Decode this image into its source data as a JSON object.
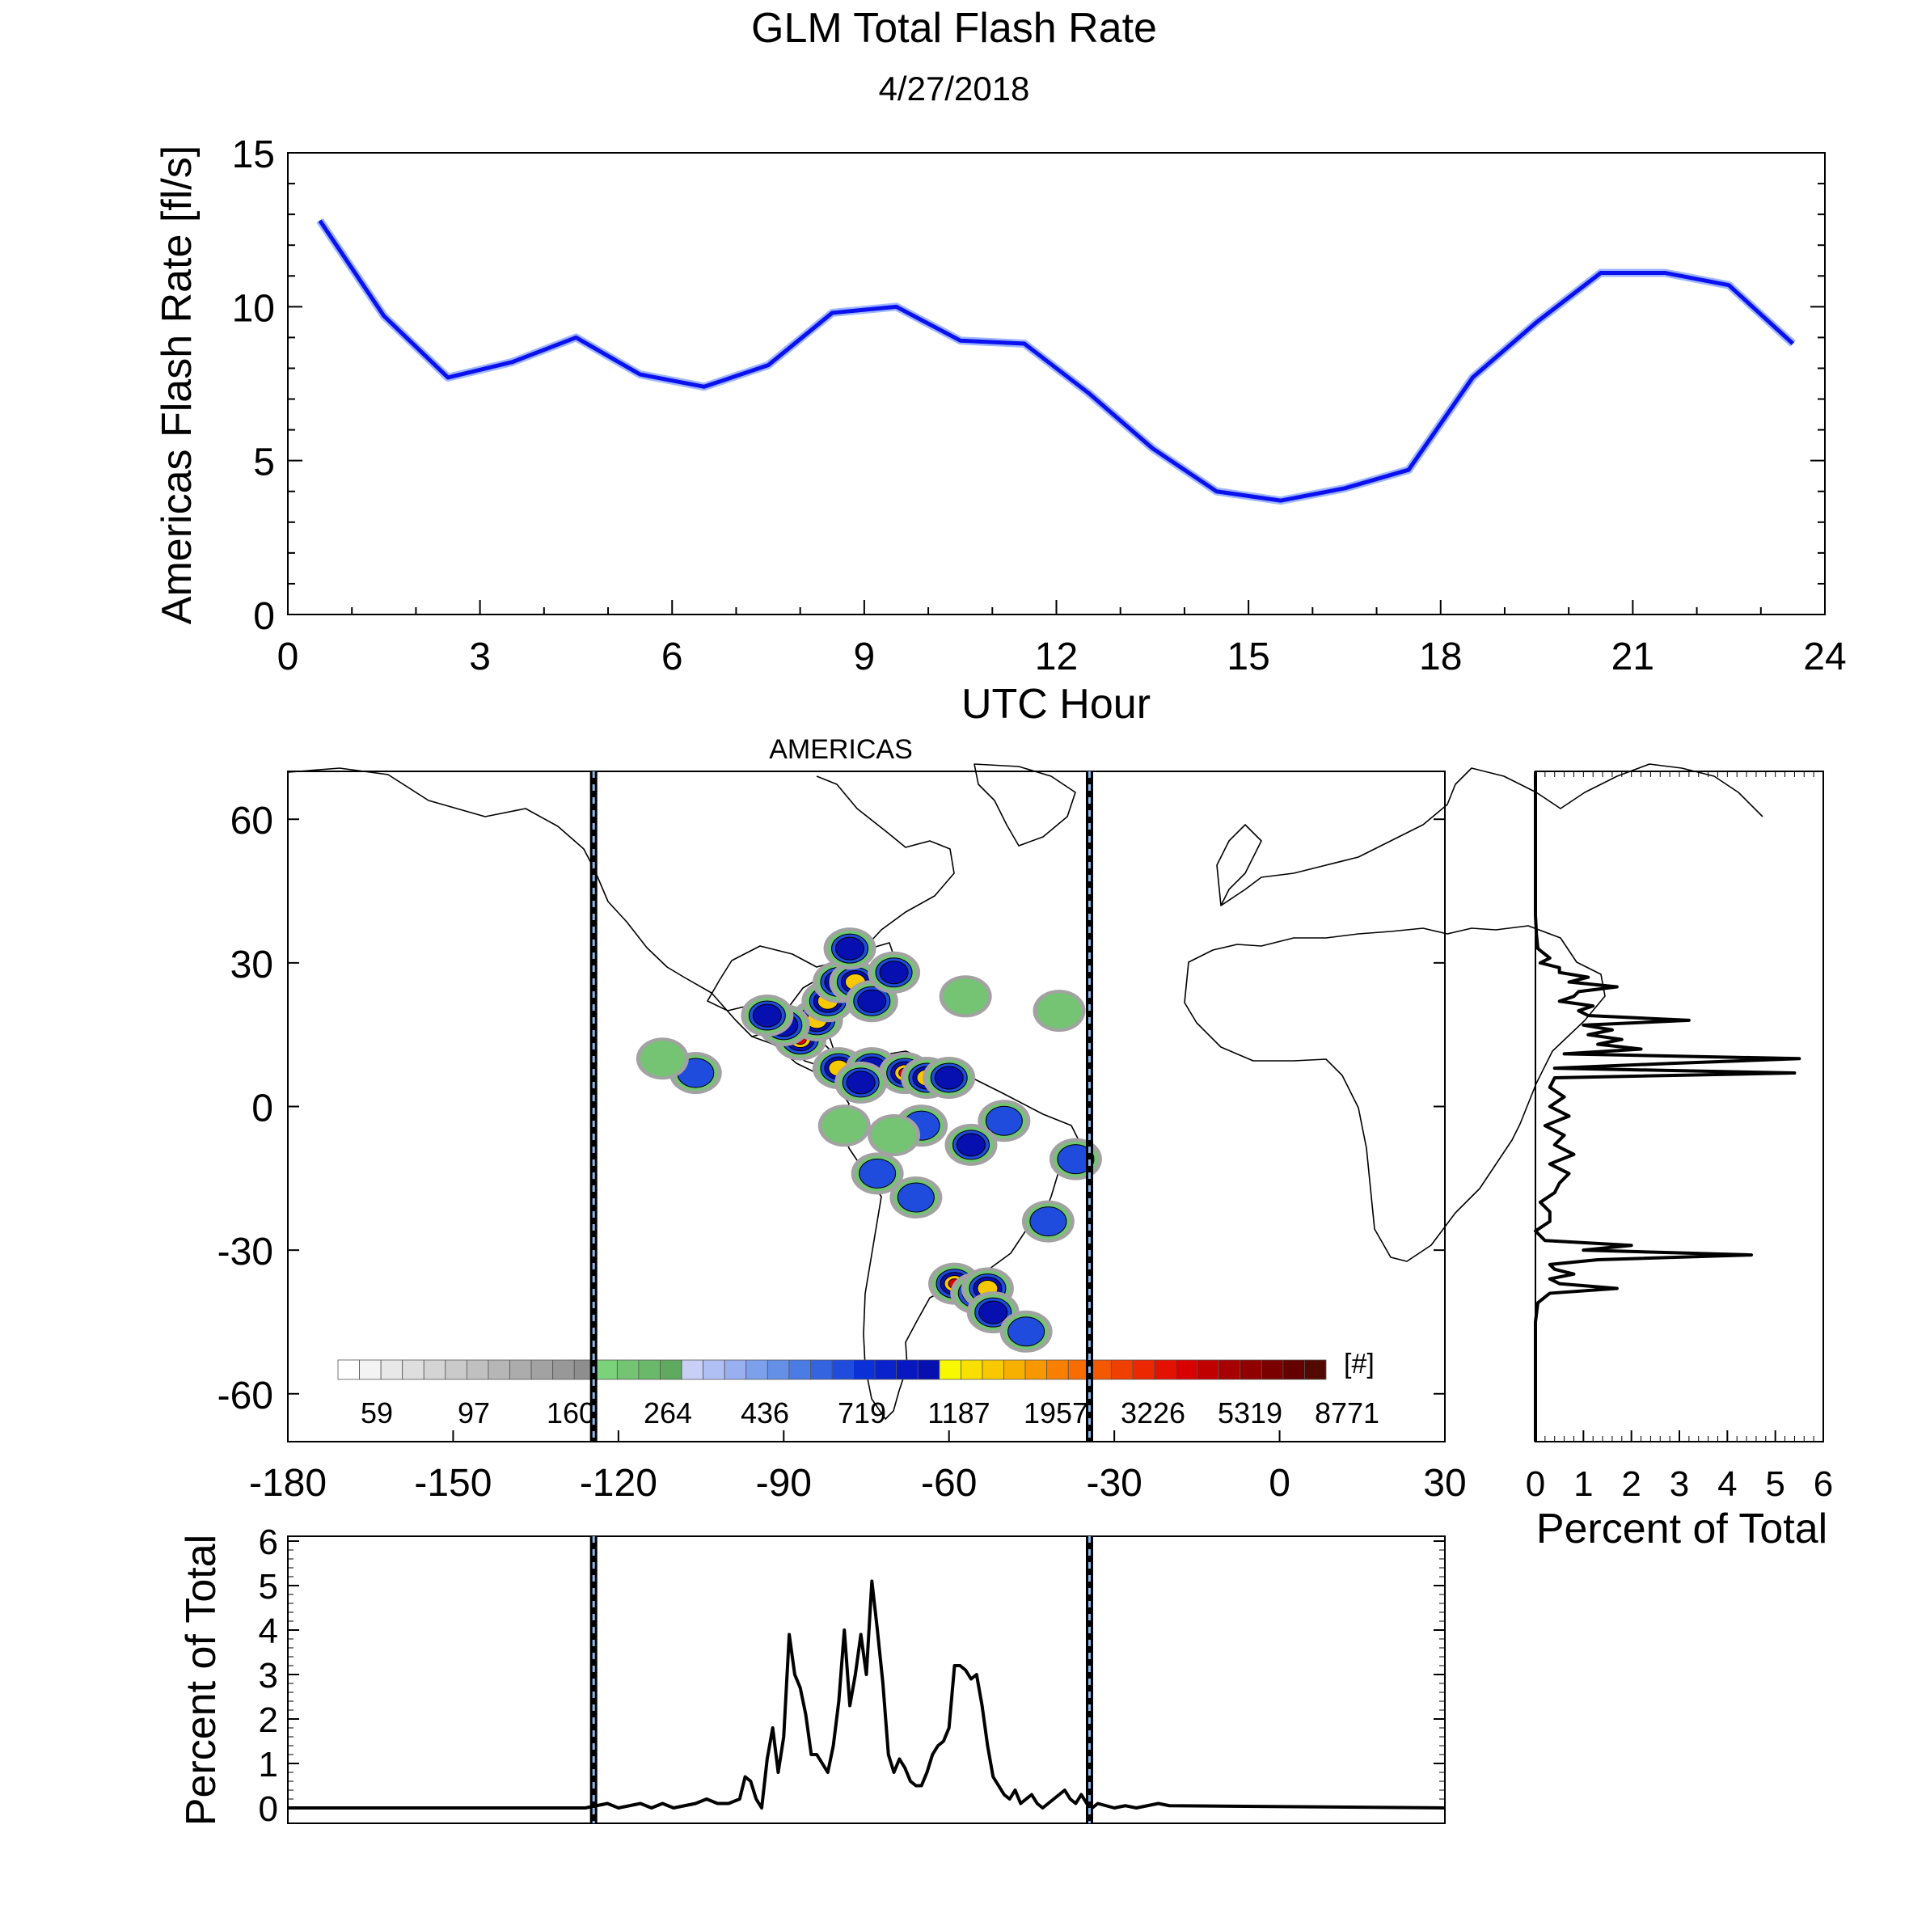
{
  "title": "GLM Total Flash Rate",
  "date": "4/27/2018",
  "colors": {
    "flash_line": "#0a10ee",
    "flash_glow": "#9fb6ff",
    "boundary_dash": "#8fb8e8",
    "black": "#000000"
  },
  "chart_data": [
    {
      "type": "line",
      "xlabel": "UTC Hour",
      "ylabel": "Americas Flash Rate [fl/s]",
      "xlim": [
        0,
        24
      ],
      "ylim": [
        0,
        15
      ],
      "x_ticks": [
        "0",
        "3",
        "6",
        "9",
        "12",
        "15",
        "18",
        "21",
        "24"
      ],
      "y_ticks": [
        "0",
        "5",
        "10",
        "15"
      ],
      "series": [
        {
          "x": [
            0.5,
            1.5,
            2.5,
            3.5,
            4.5,
            5.5,
            6.5,
            7.5,
            8.5,
            9.5,
            10.5,
            11.5,
            12.5,
            13.5,
            14.5,
            15.5,
            16.5,
            17.5,
            18.5,
            19.5,
            20.5,
            21.5,
            22.5,
            23.5
          ],
          "y": [
            12.8,
            9.7,
            7.7,
            8.2,
            9.0,
            7.8,
            7.4,
            8.1,
            9.8,
            10.0,
            8.9,
            8.8,
            7.2,
            5.4,
            4.0,
            3.7,
            4.1,
            4.7,
            7.7,
            9.5,
            11.1,
            11.1,
            10.7,
            8.8
          ]
        }
      ]
    },
    {
      "type": "heatmap",
      "title": "AMERICAS",
      "xlim": [
        -180,
        30
      ],
      "ylim": [
        -70,
        70
      ],
      "x_ticks": [
        "-180",
        "-150",
        "-120",
        "-90",
        "-60",
        "-30",
        "0",
        "30"
      ],
      "y_ticks": [
        "-60",
        "-30",
        "0",
        "30",
        "60"
      ],
      "boundaries_lon": [
        -124.5,
        -34.5
      ],
      "colorbar_unit": "[#]",
      "colorbar_labels": [
        "59",
        "97",
        "160",
        "264",
        "436",
        "719",
        "1187",
        "1957",
        "3226",
        "5319",
        "8771"
      ],
      "colorbar_colors": [
        "#ffffff",
        "#f3f3f3",
        "#e8e8e8",
        "#dedede",
        "#d4d4d4",
        "#cacaca",
        "#c0c0c0",
        "#b6b6b6",
        "#acacac",
        "#a2a2a2",
        "#989898",
        "#8e8e8e",
        "#7ad27a",
        "#74c474",
        "#6ab86a",
        "#60aa60",
        "#c8d0f8",
        "#b0c0f4",
        "#98b0f0",
        "#7ca0ec",
        "#6490e8",
        "#4a7ce4",
        "#3464e0",
        "#1f4cdc",
        "#0a30d8",
        "#0a22cc",
        "#0818c0",
        "#0610b0",
        "#f8f800",
        "#f8e000",
        "#f8c800",
        "#f8b000",
        "#f89800",
        "#f88000",
        "#f86c00",
        "#f45800",
        "#f04000",
        "#ec2800",
        "#e41000",
        "#d80000",
        "#c00000",
        "#a80000",
        "#900000",
        "#7a0000",
        "#650000",
        "#520a00"
      ],
      "cells": [
        {
          "lon": -87,
          "lat": 14,
          "v": 5
        },
        {
          "lon": -84,
          "lat": 18,
          "v": 4
        },
        {
          "lon": -82,
          "lat": 22,
          "v": 4
        },
        {
          "lon": -80,
          "lat": 26,
          "v": 5
        },
        {
          "lon": -77,
          "lat": 26,
          "v": 4
        },
        {
          "lon": -74,
          "lat": 22,
          "v": 3
        },
        {
          "lon": -70,
          "lat": 28,
          "v": 3
        },
        {
          "lon": -78,
          "lat": 33,
          "v": 3
        },
        {
          "lon": -90,
          "lat": 17,
          "v": 3
        },
        {
          "lon": -93,
          "lat": 19,
          "v": 3
        },
        {
          "lon": -80,
          "lat": 8,
          "v": 4
        },
        {
          "lon": -74,
          "lat": 8,
          "v": 3
        },
        {
          "lon": -68,
          "lat": 7,
          "v": 5
        },
        {
          "lon": -64,
          "lat": 6,
          "v": 4
        },
        {
          "lon": -60,
          "lat": 6,
          "v": 3
        },
        {
          "lon": -76,
          "lat": 5,
          "v": 3
        },
        {
          "lon": -106,
          "lat": 7,
          "v": 2
        },
        {
          "lon": -65,
          "lat": -4,
          "v": 2
        },
        {
          "lon": -50,
          "lat": -3,
          "v": 2
        },
        {
          "lon": -56,
          "lat": -8,
          "v": 3
        },
        {
          "lon": -73,
          "lat": -14,
          "v": 2
        },
        {
          "lon": -66,
          "lat": -19,
          "v": 2
        },
        {
          "lon": -59,
          "lat": -37,
          "v": 5
        },
        {
          "lon": -55,
          "lat": -39,
          "v": 5
        },
        {
          "lon": -53,
          "lat": -38,
          "v": 4
        },
        {
          "lon": -52,
          "lat": -43,
          "v": 3
        },
        {
          "lon": -46,
          "lat": -47,
          "v": 2
        },
        {
          "lon": -42,
          "lat": -24,
          "v": 2
        },
        {
          "lon": -37,
          "lat": -11,
          "v": 2
        },
        {
          "lon": -70,
          "lat": -6,
          "v": 1
        },
        {
          "lon": -79,
          "lat": -4,
          "v": 1
        },
        {
          "lon": -112,
          "lat": 10,
          "v": 1
        },
        {
          "lon": -40,
          "lat": 20,
          "v": 1
        },
        {
          "lon": -57,
          "lat": 23,
          "v": 1
        }
      ]
    },
    {
      "type": "line",
      "xlabel": "Percent of Total",
      "x_ticks": [
        "0",
        "1",
        "2",
        "3",
        "4",
        "5",
        "6"
      ],
      "xlim": [
        0,
        6
      ],
      "ylim": [
        -70,
        70
      ],
      "series": [
        {
          "lat": [
            -70,
            -45,
            -41,
            -39,
            -38,
            -37,
            -36,
            -35,
            -34,
            -33,
            -32,
            -31,
            -30,
            -29,
            -28,
            -27,
            -26,
            -24,
            -22,
            -20,
            -18,
            -16,
            -14,
            -12,
            -10,
            -8,
            -6,
            -4,
            -2,
            0,
            2,
            4,
            6,
            7,
            8,
            9,
            10,
            11,
            12,
            13,
            14,
            15,
            16,
            17,
            18,
            19,
            20,
            21,
            22,
            23,
            24,
            25,
            26,
            27,
            28,
            29,
            30,
            31,
            33,
            36,
            40,
            70
          ],
          "pct": [
            0,
            0,
            0.05,
            0.3,
            1.7,
            0.5,
            0.3,
            0.8,
            0.4,
            0.3,
            1.3,
            4.5,
            1.0,
            2.0,
            0.2,
            0.1,
            0,
            0.3,
            0.3,
            0.1,
            0.4,
            0.5,
            0.7,
            0.3,
            0.8,
            0.4,
            0.6,
            0.2,
            0.7,
            0.3,
            0.6,
            0.3,
            0.4,
            5.4,
            0.4,
            2.8,
            5.5,
            0.6,
            2.2,
            1.3,
            1.8,
            1.1,
            1.6,
            1.0,
            3.2,
            1.1,
            0.9,
            1.2,
            0.5,
            0.8,
            0.9,
            1.7,
            0.7,
            1.1,
            0.5,
            0.5,
            0.1,
            0.3,
            0.05,
            0.02,
            0,
            0
          ]
        }
      ]
    },
    {
      "type": "line",
      "ylabel": "Percent of Total",
      "y_ticks": [
        "0",
        "1",
        "2",
        "3",
        "4",
        "5",
        "6"
      ],
      "xlim": [
        -180,
        30
      ],
      "ylim": [
        0,
        6
      ],
      "series": [
        {
          "lon": [
            -180,
            -126,
            -124,
            -122,
            -120,
            -118,
            -116,
            -114,
            -112,
            -110,
            -108,
            -106,
            -104,
            -102,
            -100,
            -98,
            -97,
            -96,
            -95,
            -94,
            -93,
            -92,
            -91,
            -90,
            -89,
            -88,
            -87,
            -86,
            -85,
            -84,
            -83,
            -82,
            -81,
            -80,
            -79,
            -78,
            -77,
            -76,
            -75,
            -74,
            -73,
            -72,
            -71,
            -70,
            -69,
            -68,
            -67,
            -66,
            -65,
            -64,
            -63,
            -62,
            -61,
            -60,
            -59,
            -58,
            -57,
            -56,
            -55,
            -54,
            -53,
            -52,
            -51,
            -50,
            -49,
            -48,
            -47,
            -46,
            -45,
            -44,
            -43,
            -42,
            -41,
            -40,
            -39,
            -38,
            -37,
            -36,
            -35,
            -34,
            -33,
            -30,
            -28,
            -26,
            -24,
            -22,
            -20,
            30
          ],
          "pct": [
            0,
            0,
            0.05,
            0.1,
            0,
            0.05,
            0.1,
            0,
            0.1,
            0,
            0.05,
            0.1,
            0.2,
            0.1,
            0.1,
            0.2,
            0.7,
            0.6,
            0.2,
            0,
            1.1,
            1.8,
            0.8,
            1.6,
            3.9,
            3.0,
            2.7,
            2.1,
            1.2,
            1.2,
            1.0,
            0.8,
            1.4,
            2.4,
            4.0,
            2.3,
            3.0,
            3.9,
            3.0,
            5.1,
            4.0,
            2.8,
            1.2,
            0.8,
            1.1,
            0.9,
            0.6,
            0.5,
            0.5,
            0.8,
            1.2,
            1.4,
            1.5,
            1.8,
            3.2,
            3.2,
            3.1,
            2.9,
            3.0,
            2.3,
            1.4,
            0.7,
            0.5,
            0.3,
            0.2,
            0.4,
            0.1,
            0.2,
            0.3,
            0.1,
            0,
            0.1,
            0.2,
            0.3,
            0.4,
            0.2,
            0.1,
            0.3,
            0.1,
            0,
            0.1,
            0,
            0.05,
            0,
            0.05,
            0.1,
            0.05,
            0
          ]
        }
      ]
    }
  ]
}
